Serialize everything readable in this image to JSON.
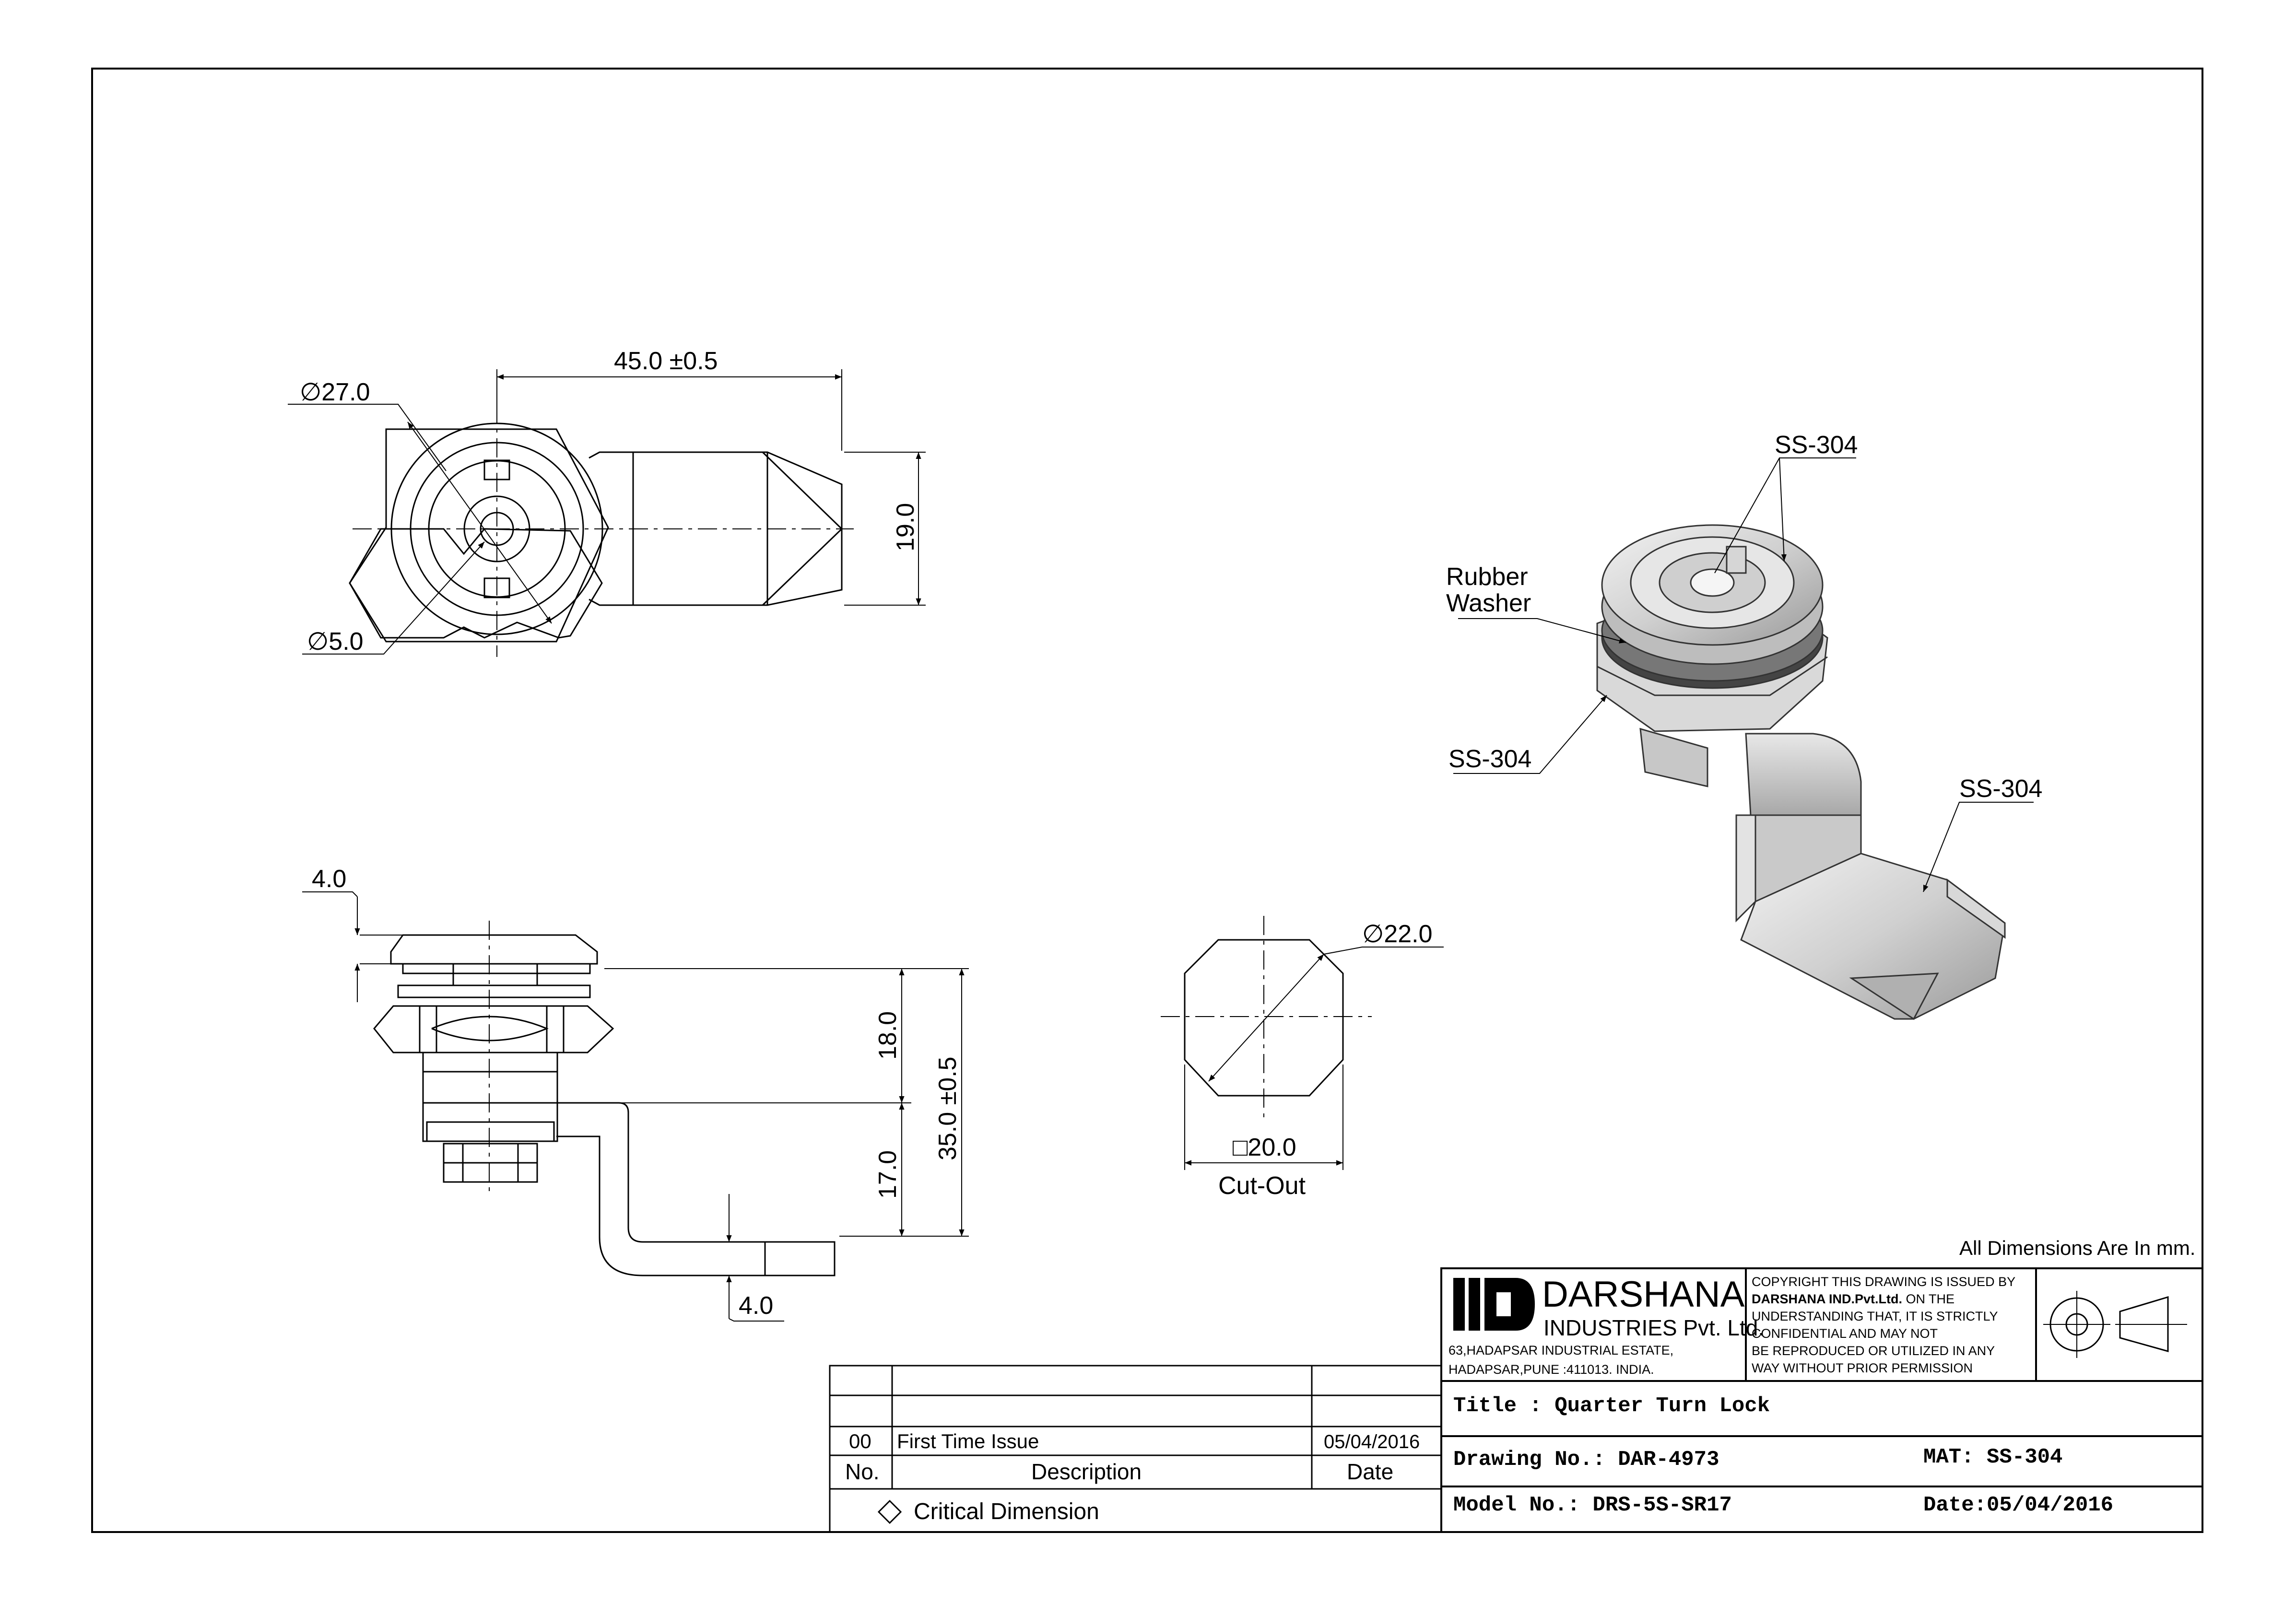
{
  "dimensions": {
    "top_width": "45.0",
    "top_width_tol": "±0.5",
    "outer_dia": "27.0",
    "inner_dia": "5.0",
    "cam_height": "19.0",
    "flange_thk": "4.0",
    "upper_len": "18.0",
    "lower_len": "17.0",
    "total_len": "35.0 ±0.5",
    "cam_thk": "4.0",
    "cutout_dia": "22.0",
    "cutout_square": "20.0"
  },
  "labels": {
    "cutout": "Cut-Out",
    "material_top": "SS-304",
    "rubber_washer_l1": "Rubber",
    "rubber_washer_l2": "Washer",
    "material_nut": "SS-304",
    "material_cam": "SS-304",
    "units_note": "All Dimensions Are In mm."
  },
  "company": {
    "name": "DARSHANA",
    "subname": "INDUSTRIES Pvt. Ltd.",
    "address_l1": "63,HADAPSAR INDUSTRIAL ESTATE,",
    "address_l2": "HADAPSAR,PUNE :411013. INDIA."
  },
  "copyright": {
    "l1": "COPYRIGHT THIS DRAWING IS ISSUED BY",
    "l2_bold": "DARSHANA IND.Pvt.Ltd.",
    "l2_rest": " ON THE",
    "l3": "UNDERSTANDING THAT, IT IS STRICTLY",
    "l4": "CONFIDENTIAL AND MAY NOT",
    "l5": "BE REPRODUCED OR UTILIZED IN ANY",
    "l6": "WAY WITHOUT PRIOR PERMISSION"
  },
  "title_block": {
    "title": "Title : Quarter Turn Lock",
    "drawing_no": "Drawing No.: DAR-4973",
    "material": "MAT: SS-304",
    "model_no": "Model No.: DRS-5S-SR17",
    "date": "Date:05/04/2016"
  },
  "revision_table": {
    "rows": [
      {
        "no": "00",
        "description": "First Time Issue",
        "date": "05/04/2016"
      }
    ],
    "header_no": "No.",
    "header_description": "Description",
    "header_date": "Date",
    "critical_note": "Critical Dimension"
  }
}
